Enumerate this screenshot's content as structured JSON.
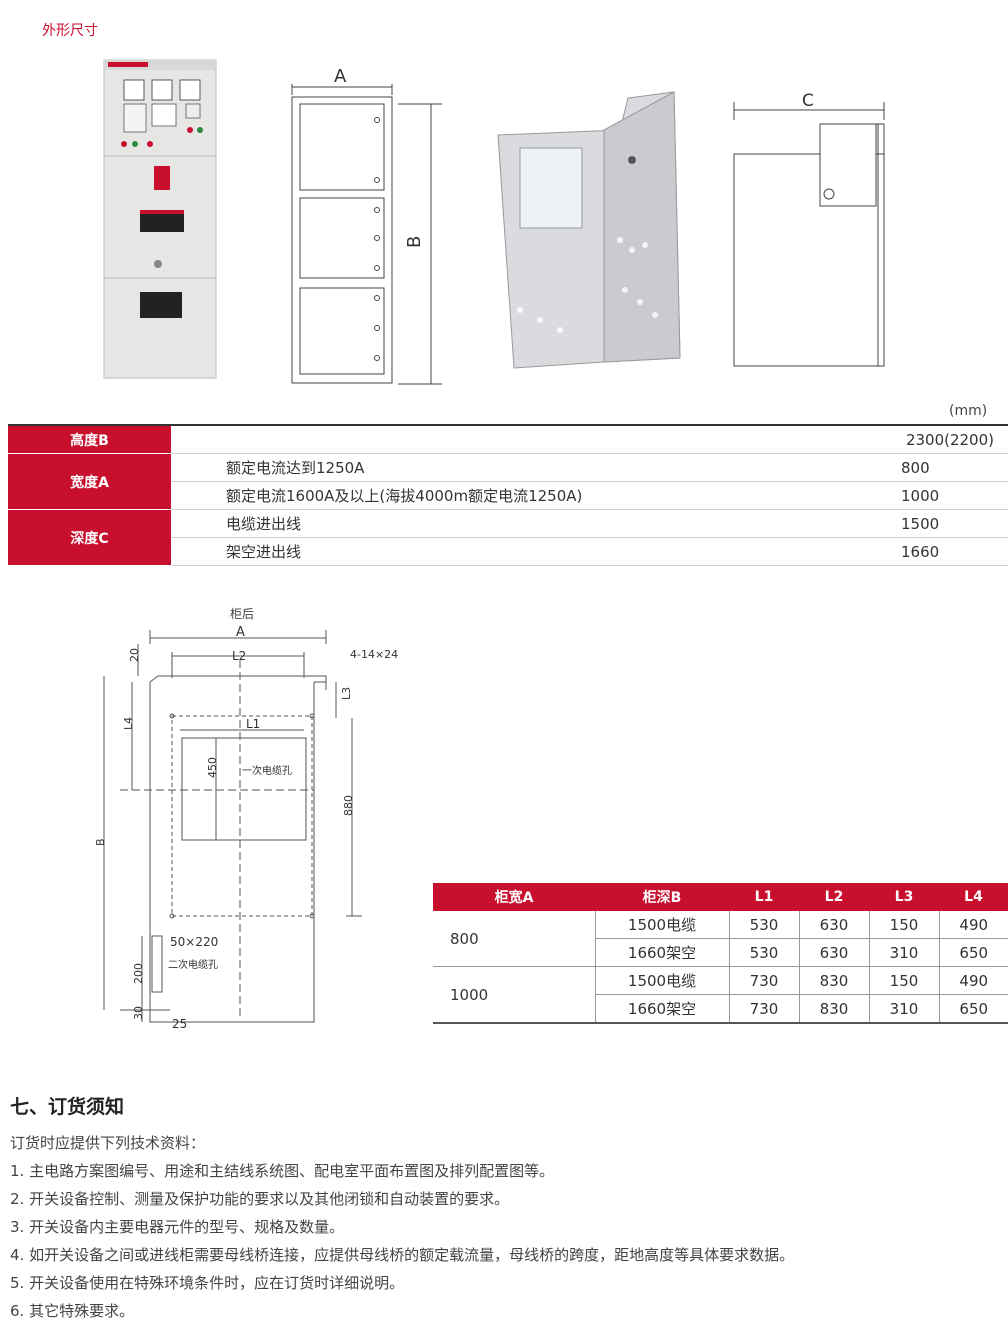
{
  "section_title": "外形尺寸",
  "drawing_labels": {
    "a": "A",
    "b": "B",
    "c": "C"
  },
  "unit": "(mm)",
  "dimensions": {
    "height": {
      "label": "高度B",
      "value": "2300(2200)"
    },
    "width": {
      "label": "宽度A",
      "rows": [
        {
          "desc": "额定电流达到1250A",
          "value": "800"
        },
        {
          "desc": "额定电流1600A及以上(海拔4000m额定电流1250A)",
          "value": "1000"
        }
      ]
    },
    "depth": {
      "label": "深度C",
      "rows": [
        {
          "desc": "电缆进出线",
          "value": "1500"
        },
        {
          "desc": "架空进出线",
          "value": "1660"
        }
      ]
    }
  },
  "plan": {
    "rear": "柜后",
    "a": "A",
    "l2": "L2",
    "l1": "L1",
    "l3": "L3",
    "l4": "L4",
    "b": "B",
    "d20": "20",
    "d450": "450",
    "d880": "880",
    "d200": "200",
    "d30": "30",
    "d25": "25",
    "holes": "4-14×24",
    "primary_hole": "一次电缆孔",
    "slot": "50×220",
    "secondary_hole": "二次电缆孔"
  },
  "l_table": {
    "headers": [
      "柜宽A",
      "柜深B",
      "L1",
      "L2",
      "L3",
      "L4"
    ],
    "rows": [
      {
        "width": "800",
        "depth": "1500电缆",
        "l1": "530",
        "l2": "630",
        "l3": "150",
        "l4": "490"
      },
      {
        "width": "",
        "depth": "1660架空",
        "l1": "530",
        "l2": "630",
        "l3": "310",
        "l4": "650"
      },
      {
        "width": "1000",
        "depth": "1500电缆",
        "l1": "730",
        "l2": "830",
        "l3": "150",
        "l4": "490"
      },
      {
        "width": "",
        "depth": "1660架空",
        "l1": "730",
        "l2": "830",
        "l3": "310",
        "l4": "650"
      }
    ]
  },
  "notes": {
    "title": "七、订货须知",
    "intro": "订货时应提供下列技术资料：",
    "items": [
      "1. 主电路方案图编号、用途和主结线系统图、配电室平面布置图及排列配置图等。",
      "2. 开关设备控制、测量及保护功能的要求以及其他闭锁和自动装置的要求。",
      "3. 开关设备内主要电器元件的型号、规格及数量。",
      "4. 如开关设备之间或进线柜需要母线桥连接，应提供母线桥的额定载流量，母线桥的跨度，距地高度等具体要求数据。",
      "5. 开关设备使用在特殊环境条件时，应在订货时详细说明。",
      "6. 其它特殊要求。"
    ]
  }
}
